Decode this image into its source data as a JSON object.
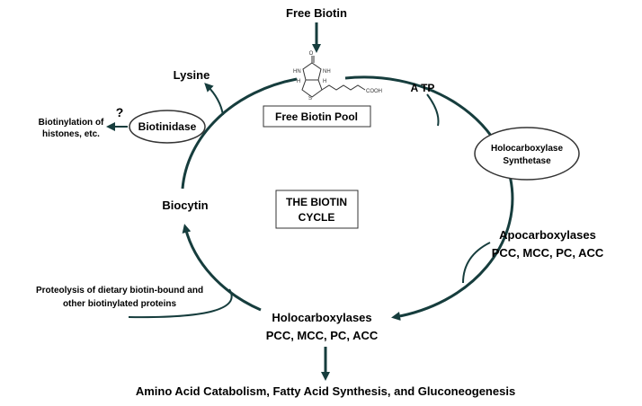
{
  "labels": {
    "free_biotin": "Free Biotin",
    "lysine": "Lysine",
    "atp": "A TP",
    "question": "?",
    "biotinylation_line1": "Biotinylation of",
    "biotinylation_line2": "histones, etc.",
    "biotinidase": "Biotinidase",
    "free_biotin_pool": "Free Biotin Pool",
    "holocarboxylase_synthetase_line1": "Holocarboxylase",
    "holocarboxylase_synthetase_line2": "Synthetase",
    "biocytin": "Biocytin",
    "cycle_line1": "THE BIOTIN",
    "cycle_line2": "CYCLE",
    "apocarboxylases": "Apocarboxylases",
    "apocarboxylases_enzymes": "PCC, MCC, PC, ACC",
    "proteolysis_line1": "Proteolysis of dietary biotin-bound and",
    "proteolysis_line2": "other biotinylated proteins",
    "holocarboxylases": "Holocarboxylases",
    "holocarboxylases_enzymes": "PCC, MCC, PC, ACC",
    "outcome": "Amino Acid Catabolism, Fatty Acid Synthesis, and Gluconeogenesis"
  },
  "molecule": {
    "o": "O",
    "hn": "HN",
    "nh": "NH",
    "h_left": "H",
    "h_right": "H",
    "s": "S",
    "cooh": "COOH"
  },
  "colors": {
    "arrow": "#163d3d",
    "text": "#000000",
    "box_border": "#333333"
  }
}
